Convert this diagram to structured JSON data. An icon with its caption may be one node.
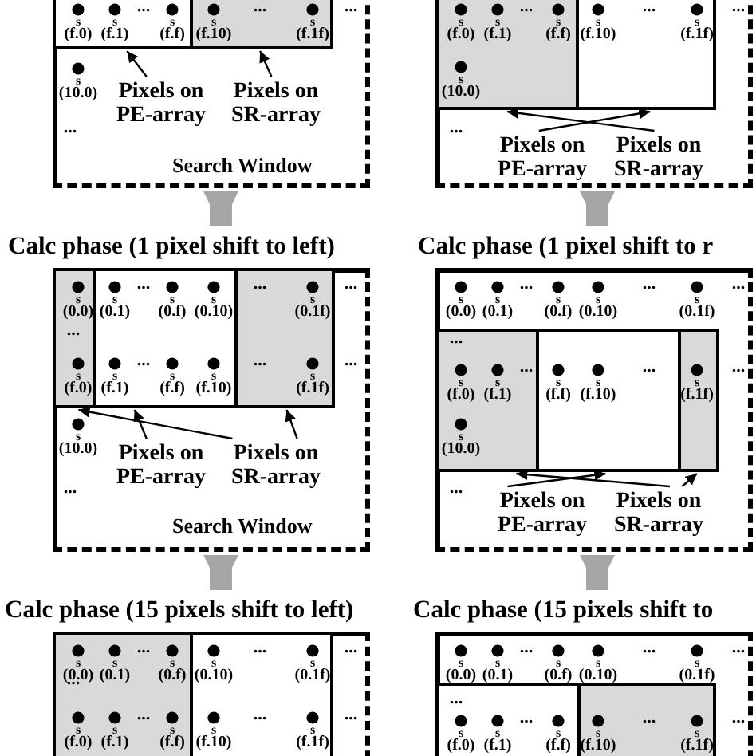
{
  "diagram": {
    "nodes": [
      {
        "text": [
          "Search Window"
        ]
      },
      {
        "text": [],
        "shape": "box",
        "in": 0
      },
      {
        "text": [],
        "shape": "box",
        "in": 0
      },
      {
        "text": [
          "Pixels on PE-array"
        ],
        "in": 0
      },
      {
        "text": [
          "Pixels on SR-array"
        ],
        "in": 0
      },
      {
        "text": [],
        "shape": "box"
      },
      {
        "text": [],
        "shape": "box",
        "in": 5
      },
      {
        "text": [],
        "shape": "box",
        "in": 5
      },
      {
        "text": [
          "Pixels on PE-array"
        ],
        "in": 5
      },
      {
        "text": [
          "Pixels on SR-array"
        ],
        "in": 5
      },
      {
        "text": [
          "Calc phase (1 pixel shift to left)",
          "Search Window"
        ]
      },
      {
        "text": [],
        "shape": "box",
        "in": 10
      },
      {
        "text": [],
        "shape": "box",
        "in": 10
      },
      {
        "text": [],
        "shape": "box",
        "in": 10
      },
      {
        "text": [
          "Pixels on PE-array"
        ],
        "in": 10
      },
      {
        "text": [
          "Pixels on SR-array"
        ],
        "in": 10
      },
      {
        "text": [
          "Calc phase (1 pixel shift to r"
        ]
      },
      {
        "text": [],
        "shape": "box",
        "in": 16
      },
      {
        "text": [],
        "shape": "box",
        "in": 16
      },
      {
        "text": [],
        "shape": "box",
        "in": 16
      },
      {
        "text": [
          "Pixels on PE-array"
        ],
        "in": 16
      },
      {
        "text": [
          "Pixels on SR-array"
        ],
        "in": 16
      },
      {
        "text": [
          "Calc phase (15 pixels shift to left)"
        ]
      },
      {
        "text": [],
        "shape": "box",
        "in": 22
      },
      {
        "text": [],
        "shape": "box",
        "in": 22
      },
      {
        "text": [
          "Calc phase (15 pixels shift to"
        ]
      },
      {
        "text": [],
        "shape": "box",
        "in": 25
      },
      {
        "text": [],
        "shape": "box",
        "in": 25
      }
    ],
    "edges": [
      {
        "from": 3,
        "to": 1,
        "arrow": "to"
      },
      {
        "from": 4,
        "to": 2,
        "arrow": "to"
      },
      {
        "from": 8,
        "to": 7,
        "arrow": "to"
      },
      {
        "from": 9,
        "to": 6,
        "arrow": "to"
      },
      {
        "from": 0,
        "to": 10,
        "arrow": "to",
        "style": "thick",
        "color": "#a6a6a6"
      },
      {
        "from": 5,
        "to": 16,
        "arrow": "to",
        "style": "thick",
        "color": "#a6a6a6"
      },
      {
        "from": 14,
        "to": 12,
        "arrow": "to"
      },
      {
        "from": 15,
        "to": 11,
        "arrow": "to"
      },
      {
        "from": 15,
        "to": 13,
        "arrow": "to"
      },
      {
        "from": 20,
        "to": 18,
        "arrow": "to"
      },
      {
        "from": 21,
        "to": 17,
        "arrow": "to"
      },
      {
        "from": 21,
        "to": 19,
        "arrow": "to"
      },
      {
        "from": 10,
        "to": 22,
        "arrow": "to",
        "style": "thick",
        "color": "#a6a6a6"
      },
      {
        "from": 16,
        "to": 25,
        "arrow": "to",
        "style": "thick",
        "color": "#a6a6a6"
      }
    ],
    "labels": [
      "s",
      "(f.0)",
      "s",
      "(f.1)",
      "...",
      "s",
      "(f.f)",
      "s",
      "(f.10)",
      "...",
      "s",
      "(f.1f)",
      "...",
      "s",
      "(10.0)",
      "...",
      "s",
      "(f.0)",
      "s",
      "(f.1)",
      "...",
      "s",
      "(f.f)",
      "s",
      "(f.10)",
      "...",
      "s",
      "(f.1f)",
      "...",
      "s",
      "(10.0)",
      "...",
      "s",
      "(0.0)",
      "s",
      "(0.1)",
      "...",
      "s",
      "(0.f)",
      "s",
      "(0.10)",
      "...",
      "s",
      "(0.1f)",
      "...",
      "...",
      "s",
      "(f.0)",
      "s",
      "(f.1)",
      "...",
      "s",
      "(f.f)",
      "s",
      "(f.10)",
      "...",
      "s",
      "(f.1f)",
      "...",
      "s",
      "(10.0)",
      "...",
      "s",
      "(0.0)",
      "s",
      "(0.1)",
      "...",
      "s",
      "(0.f)",
      "s",
      "(0.10)",
      "...",
      "s",
      "(0.1f)",
      "...",
      "...",
      "s",
      "(f.0)",
      "s",
      "(f.1)",
      "...",
      "s",
      "(f.f)",
      "s",
      "(f.10)",
      "...",
      "s",
      "(f.1f)",
      "...",
      "s",
      "(10.0)",
      "...",
      "s",
      "(0.0)",
      "s",
      "(0.1)",
      "...",
      "s",
      "(0.f)",
      "s",
      "(0.10)",
      "...",
      "s",
      "(0.1f)",
      "...",
      "...",
      "s",
      "(f.0)",
      "s",
      "(f.1)",
      "...",
      "s",
      "(f.f)",
      "s",
      "(f.10)",
      "...",
      "s",
      "(f.1f)",
      "...",
      "s",
      "(0.0)",
      "s",
      "(0.1)",
      "...",
      "s",
      "(0.f)",
      "s",
      "(0.10)",
      "...",
      "s",
      "(0.1f)",
      "...",
      "...",
      "s",
      "(f.0)",
      "s",
      "(f.1)",
      "...",
      "s",
      "(f.f)",
      "s",
      "(f.10)",
      "...",
      "s",
      "(f.1f)",
      "..."
    ]
  }
}
